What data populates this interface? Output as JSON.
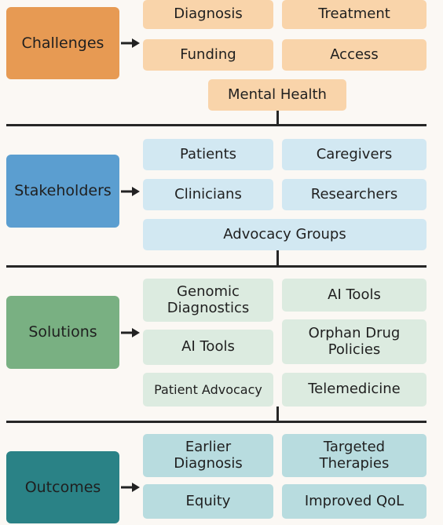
{
  "colors": {
    "challenges": "#e79a53",
    "stakeholders": "#5b9ed0",
    "solutions": "#79b082",
    "outcomes": "#2a8286"
  },
  "sections": {
    "challenges": {
      "label": "Challenges",
      "items": [
        "Diagnosis",
        "Treatment",
        "Funding",
        "Access",
        "Mental Health"
      ]
    },
    "stakeholders": {
      "label": "Stakeholders",
      "items": [
        "Patients",
        "Caregivers",
        "Clinicians",
        "Researchers",
        "Advocacy Groups"
      ]
    },
    "solutions": {
      "label": "Solutions",
      "items": [
        "Genomic\nDiagnostics",
        "AI Tools",
        "AI Tools",
        "Orphan Drug\nPolicies",
        "Patient Advocacy",
        "Telemedicine"
      ]
    },
    "outcomes": {
      "label": "Outcomes",
      "items": [
        "Earlier\nDiagnosis",
        "Targeted\nTherapies",
        "Equity",
        "Improved QoL"
      ]
    }
  }
}
